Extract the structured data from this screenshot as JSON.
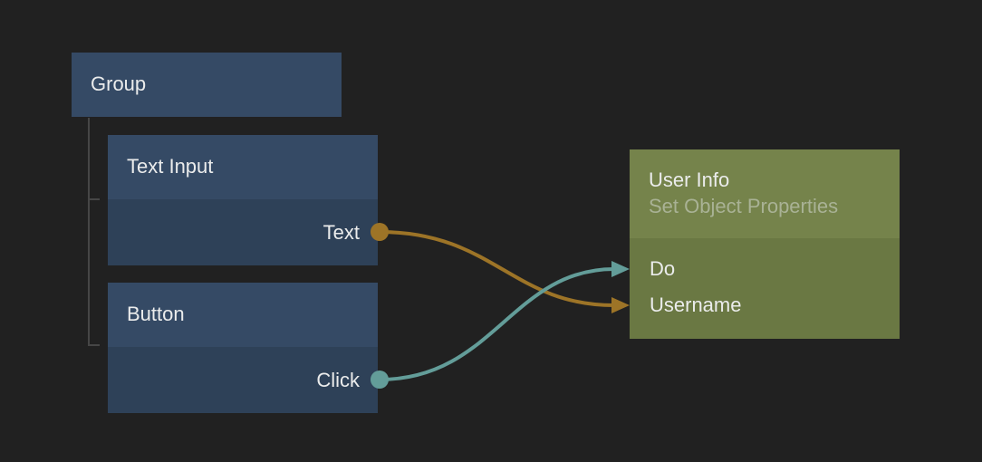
{
  "canvas": {
    "background_color": "#212121",
    "tree_line_color": "#464646"
  },
  "nodes": {
    "group": {
      "title": "Group",
      "header_color": "#354a65"
    },
    "text_input": {
      "title": "Text Input",
      "header_color": "#354a65",
      "body_color": "#2e4158",
      "outputs": [
        {
          "label": "Text",
          "port_color": "#9d7427"
        }
      ]
    },
    "button": {
      "title": "Button",
      "header_color": "#354a65",
      "body_color": "#2e4158",
      "outputs": [
        {
          "label": "Click",
          "port_color": "#639d99"
        }
      ]
    },
    "user_info": {
      "title": "User Info",
      "subtitle": "Set Object Properties",
      "header_color": "#75834b",
      "body_color": "#6a7843",
      "inputs": [
        {
          "label": "Do",
          "port_color": "#639d99"
        },
        {
          "label": "Username",
          "port_color": "#9d7427"
        }
      ]
    }
  },
  "connections": [
    {
      "from": "Text Input.Text",
      "to": "User Info.Username",
      "color": "#9d7427"
    },
    {
      "from": "Button.Click",
      "to": "User Info.Do",
      "color": "#639d99"
    }
  ]
}
